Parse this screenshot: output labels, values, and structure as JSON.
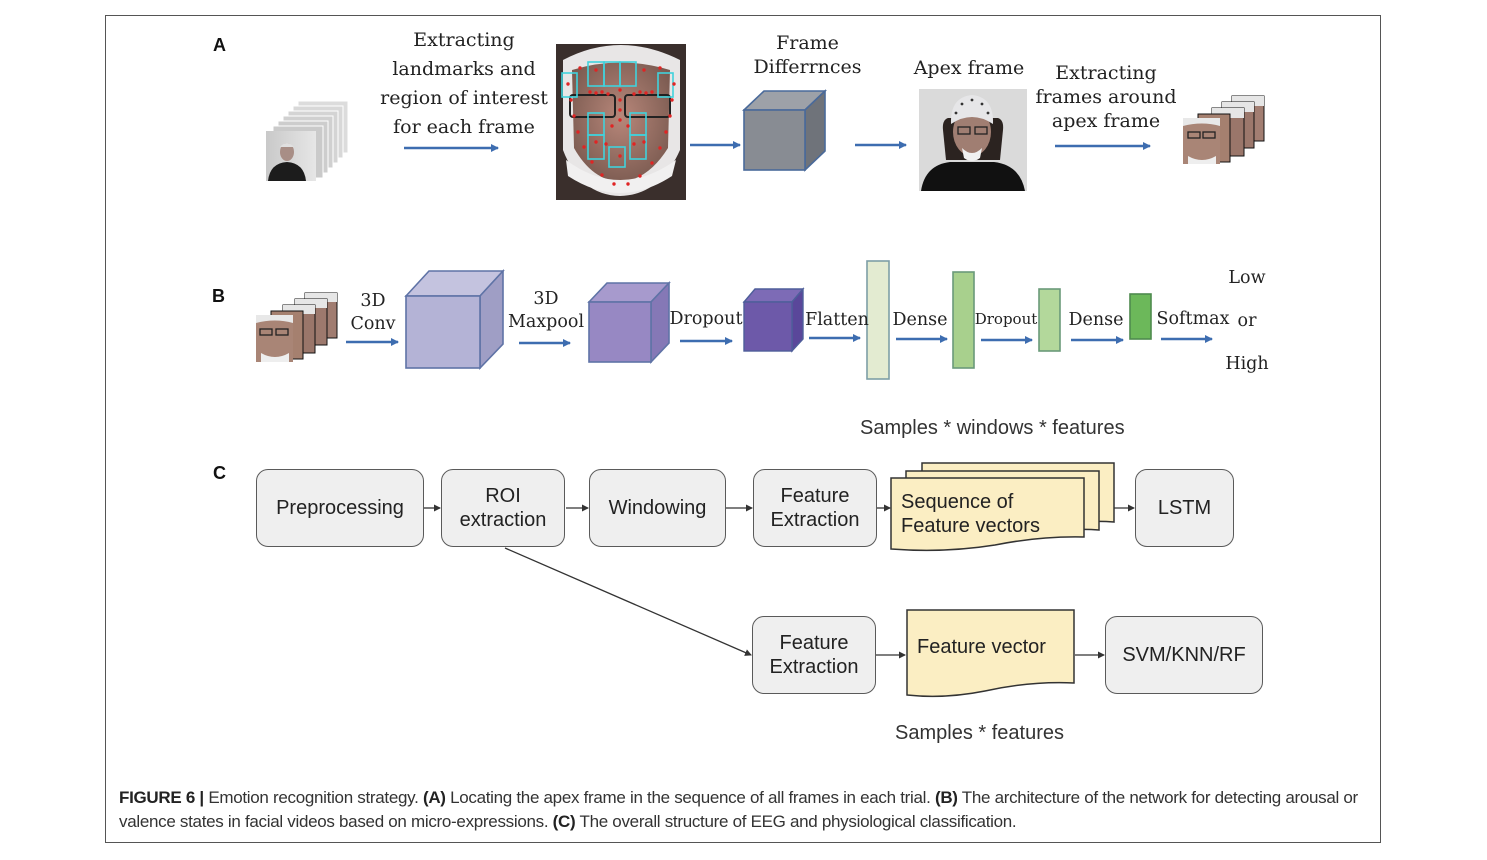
{
  "figure": {
    "panel_labels": {
      "a": "A",
      "b": "B",
      "c": "C"
    },
    "colors": {
      "arrow_blue": "#3d6db0",
      "cube_gray": "#8a8e95",
      "cube_lavender": "#b3b2d3",
      "cube_violet": "#8f82bb",
      "cube_purple": "#6a56a5",
      "layer_pale": "#e4ecd2",
      "layer_light_green": "#a9cf8c",
      "layer_mid_green": "#b3d79a",
      "layer_green": "#6cb85a",
      "box_fill": "#efefef",
      "doc_fill": "#fbeec1"
    },
    "panel_a": {
      "step1_label": [
        "Extracting",
        "landmarks and",
        "region of interest",
        "for each frame"
      ],
      "step2_label": [
        "Frame",
        "Differrnces"
      ],
      "step3_label": "Apex frame",
      "step4_label": [
        "Extracting",
        "frames around",
        "apex frame"
      ],
      "images": [
        "video-frames-stack",
        "face-landmarks-roi",
        "frame-difference-cube",
        "apex-frame-photo",
        "cropped-face-frames-stack"
      ]
    },
    "panel_b": {
      "layers": [
        {
          "label": "3D\nConv",
          "line1": "3D",
          "line2": "Conv"
        },
        {
          "label": "3D Maxpool",
          "line1": "3D",
          "line2": "Maxpool"
        },
        {
          "label": "Dropout"
        },
        {
          "label": "Flatten"
        },
        {
          "label": "Dense"
        },
        {
          "label": "Dropout"
        },
        {
          "label": "Dense"
        },
        {
          "label": "Softmax"
        }
      ],
      "outputs": {
        "low": "Low",
        "or": "or",
        "high": "High"
      },
      "note": "Samples * windows * features"
    },
    "panel_c": {
      "row1": [
        "Preprocessing",
        "ROI\nextraction",
        "Windowing",
        "Feature\nExtraction",
        "Sequence of\nFeature vectors",
        "LSTM"
      ],
      "row1_parts": {
        "preprocessing": "Preprocessing",
        "roi_1": "ROI",
        "roi_2": "extraction",
        "windowing": "Windowing",
        "fe_1": "Feature",
        "fe_2": "Extraction",
        "seq_1": "Sequence of",
        "seq_2": "Feature vectors",
        "lstm": "LSTM"
      },
      "row2_parts": {
        "fe_1": "Feature",
        "fe_2": "Extraction",
        "vector": "Feature vector",
        "classifier": "SVM/KNN/RF"
      },
      "note": "Samples * features"
    },
    "caption": {
      "figure_label": "FIGURE 6 |",
      "title": " Emotion recognition strategy. ",
      "a_label": "(A)",
      "a_text": " Locating the apex frame in the sequence of all frames in each trial. ",
      "b_label": "(B)",
      "b_text": " The architecture of the network for detecting arousal or valence states in facial videos based on micro-expressions. ",
      "c_label": "(C)",
      "c_text": " The overall structure of EEG and physiological classification."
    }
  }
}
